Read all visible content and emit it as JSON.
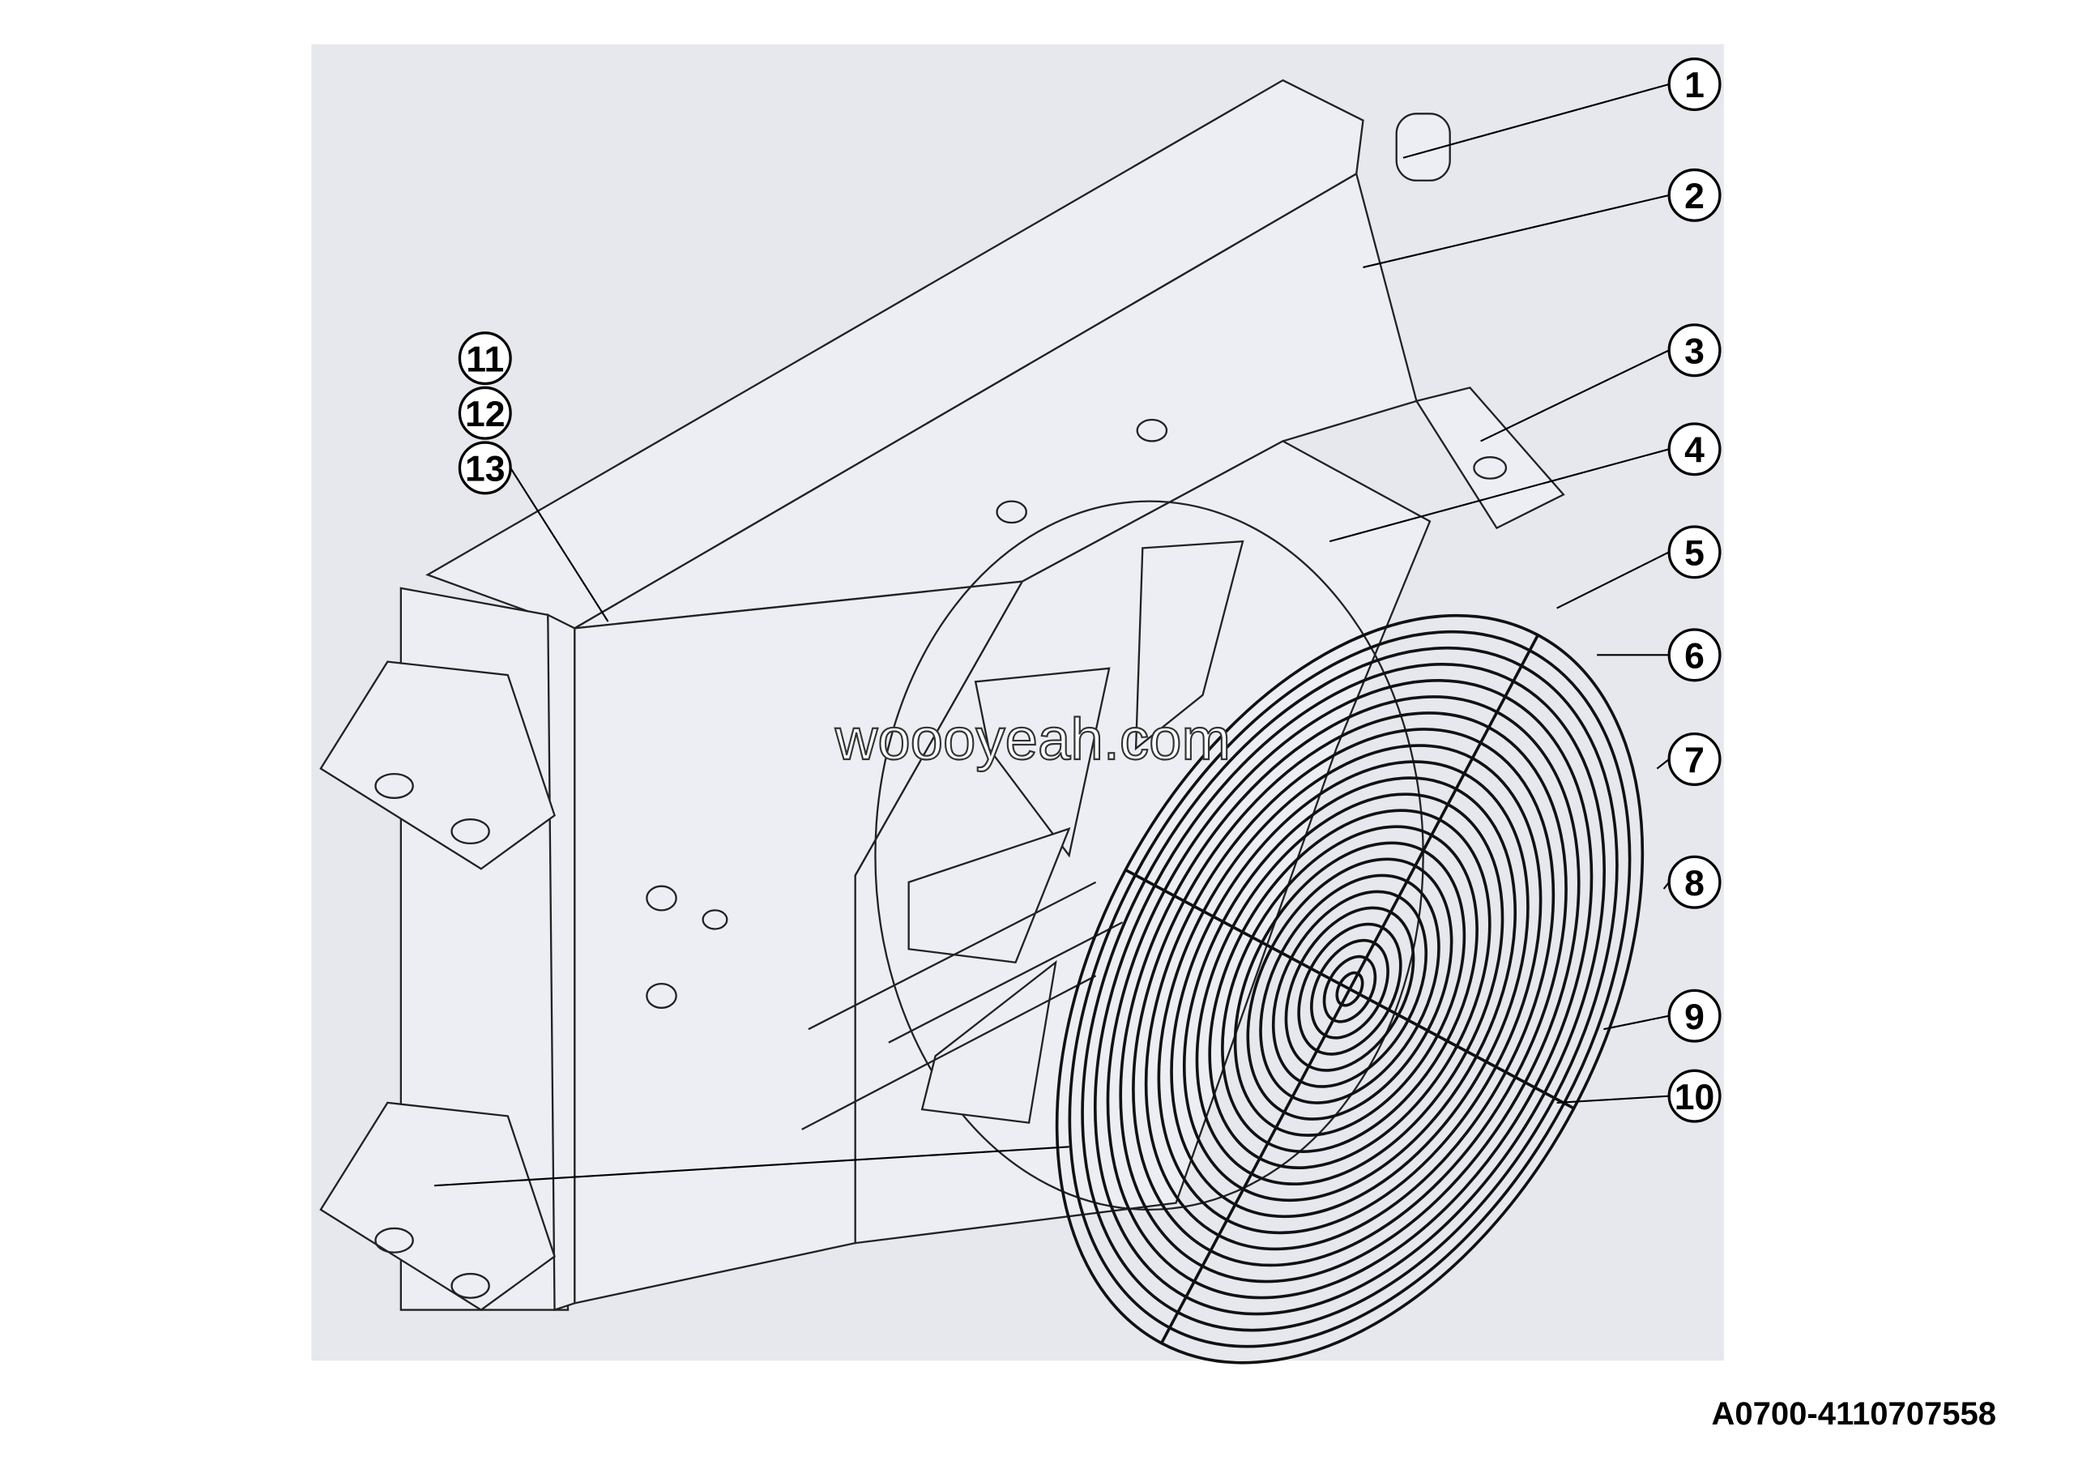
{
  "diagram": {
    "callouts": [
      "1",
      "2",
      "3",
      "4",
      "5",
      "6",
      "7",
      "8",
      "9",
      "10",
      "11",
      "12",
      "13"
    ],
    "watermark": "woooyeah.com",
    "part_code": "A0700-4110707558",
    "colors": {
      "background": "#e6e8ee",
      "line": "#222222"
    }
  }
}
